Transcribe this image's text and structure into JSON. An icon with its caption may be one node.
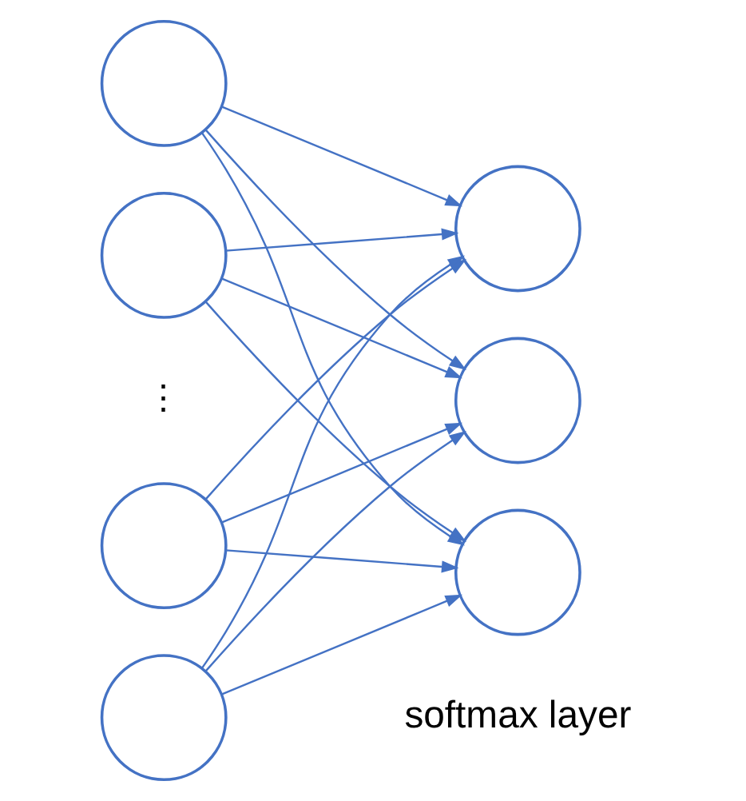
{
  "diagram": {
    "nodes": [
      {
        "text": [],
        "shape": "circle"
      },
      {
        "text": [],
        "shape": "circle"
      },
      {
        "text": [],
        "shape": "circle"
      },
      {
        "text": [],
        "shape": "circle"
      },
      {
        "text": [],
        "shape": "circle"
      },
      {
        "text": [],
        "shape": "circle"
      },
      {
        "text": [],
        "shape": "circle"
      }
    ],
    "edges": [
      {
        "from": 0,
        "to": 4,
        "arrow": "to"
      },
      {
        "from": 0,
        "to": 5,
        "arrow": "to"
      },
      {
        "from": 0,
        "to": 6,
        "arrow": "to"
      },
      {
        "from": 1,
        "to": 4,
        "arrow": "to"
      },
      {
        "from": 1,
        "to": 5,
        "arrow": "to"
      },
      {
        "from": 1,
        "to": 6,
        "arrow": "to"
      },
      {
        "from": 2,
        "to": 4,
        "arrow": "to"
      },
      {
        "from": 2,
        "to": 5,
        "arrow": "to"
      },
      {
        "from": 2,
        "to": 6,
        "arrow": "to"
      },
      {
        "from": 3,
        "to": 4,
        "arrow": "to"
      },
      {
        "from": 3,
        "to": 5,
        "arrow": "to"
      },
      {
        "from": 3,
        "to": 6,
        "arrow": "to"
      }
    ],
    "labels": [
      "⋮",
      "softmax layer"
    ]
  }
}
